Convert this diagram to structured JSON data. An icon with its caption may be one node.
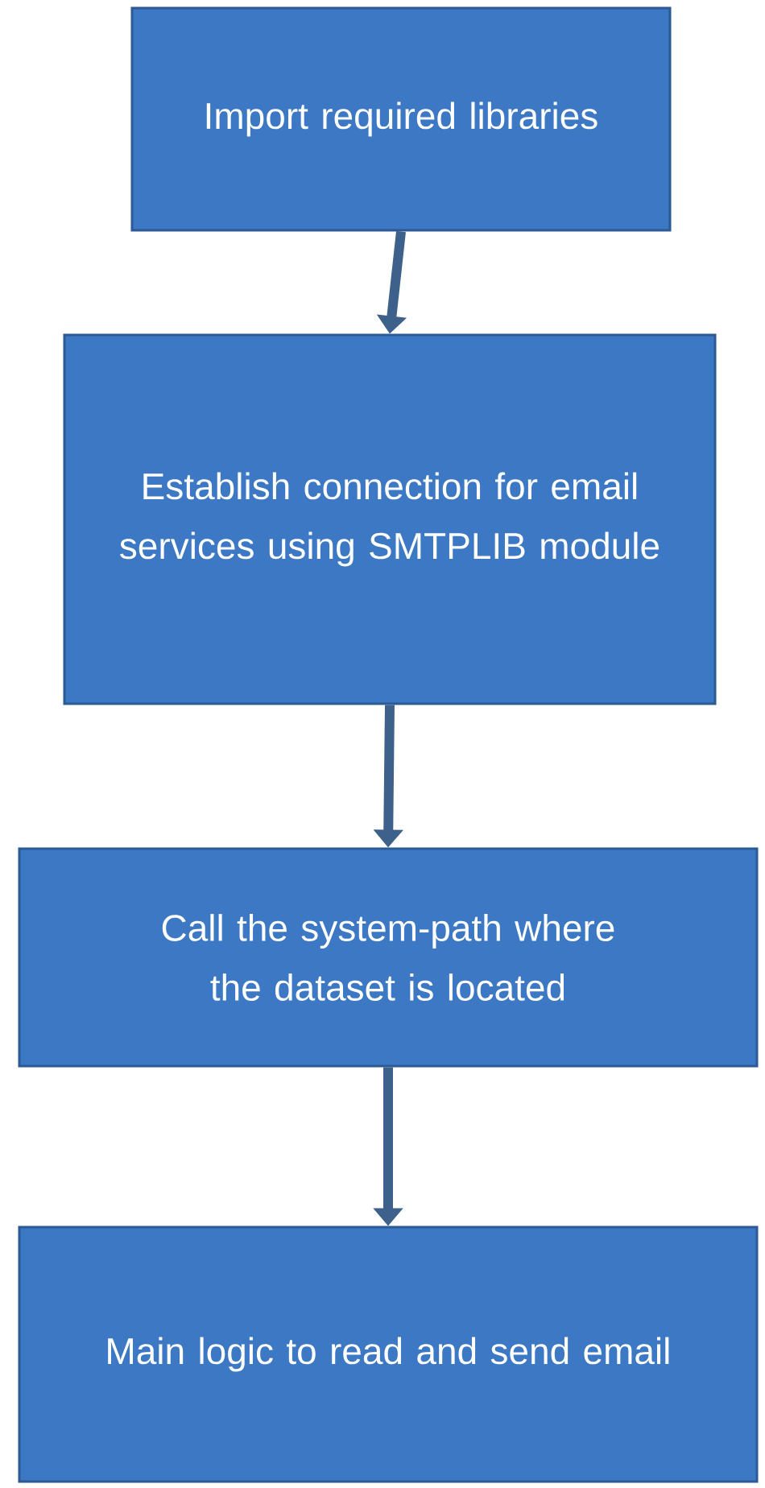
{
  "diagram": {
    "nodes": [
      {
        "text": [
          "Import required libraries"
        ]
      },
      {
        "text": [
          "Establish connection for email services using SMTPLIB module"
        ]
      },
      {
        "text": [
          "Call the system-path where the dataset is located"
        ]
      },
      {
        "text": [
          "Main logic to read and send email"
        ]
      }
    ],
    "edges": [
      {
        "from": 0,
        "to": 1,
        "arrow": "to"
      },
      {
        "from": 1,
        "to": 2,
        "arrow": "to"
      },
      {
        "from": 2,
        "to": 3,
        "arrow": "to"
      }
    ]
  }
}
